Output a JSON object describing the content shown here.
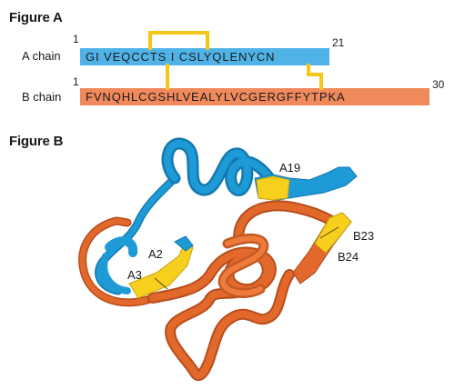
{
  "figure_a": {
    "title": "Figure A",
    "a_chain": {
      "label": "A chain",
      "start": "1",
      "end": "21",
      "sequence": "GI VEQCCTS I CSLYQLENYCN"
    },
    "b_chain": {
      "label": "B chain",
      "start": "1",
      "end": "30",
      "sequence": "FVNQHLCGSHLVEALYLVCGERGFFYTPKA"
    }
  },
  "figure_b": {
    "title": "Figure B",
    "labels": {
      "a19": "A19",
      "a2": "A2",
      "a3": "A3",
      "b23": "B23",
      "b24": "B24"
    }
  },
  "colors": {
    "a_chain": "#1e9ad6",
    "b_chain": "#e2692b",
    "highlight": "#f7cf1d",
    "disulfide": "#f5c518"
  }
}
